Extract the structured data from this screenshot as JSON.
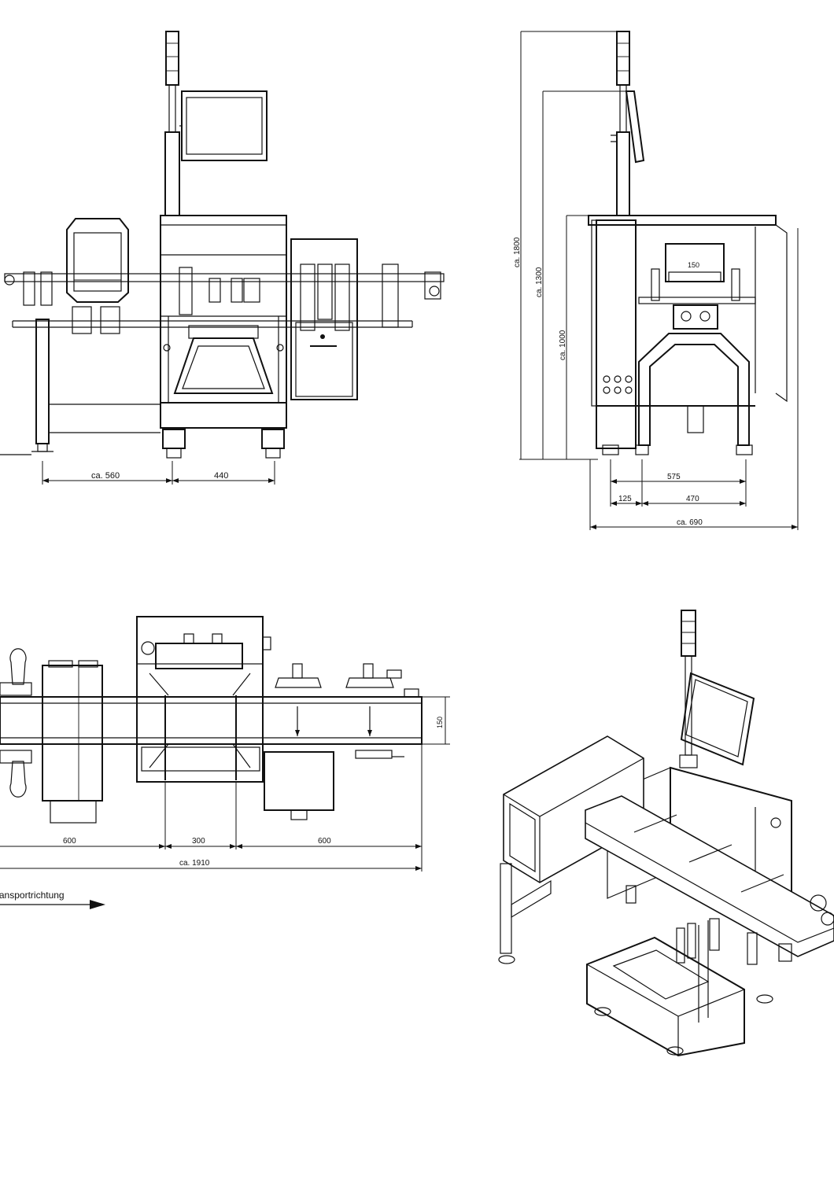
{
  "drawing": {
    "front_view": {
      "dim_left": "ca. 560",
      "dim_right": "440"
    },
    "side_view": {
      "dim_overall_height": "ca. 1800",
      "dim_screen_height": "ca. 1300",
      "dim_conveyor_height": "ca. 1000",
      "dim_frame_width": "575",
      "dim_left_offset": "125",
      "dim_inner_width": "470",
      "dim_overall_depth": "ca. 690",
      "belt_label": "150"
    },
    "top_view": {
      "dim_seg1": "600",
      "dim_seg2": "300",
      "dim_seg3": "600",
      "dim_total": "ca. 1910",
      "dim_belt_width": "150",
      "direction_label": "Transportrichtung"
    },
    "colors": {
      "line": "#111111",
      "paper": "#ffffff"
    }
  }
}
